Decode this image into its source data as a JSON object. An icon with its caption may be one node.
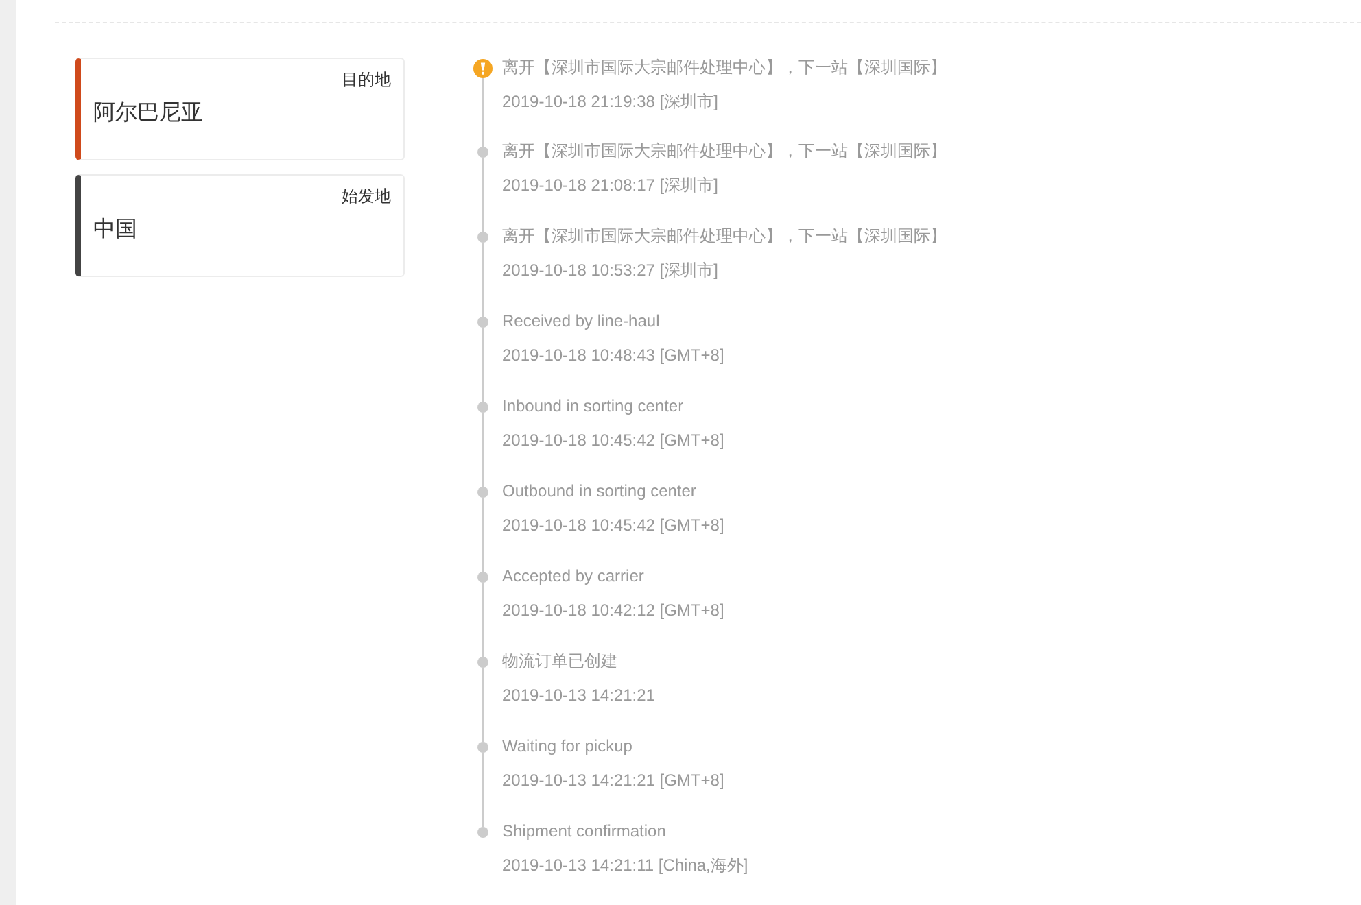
{
  "diagram": {
    "nodes": [
      {
        "text": [
          "目的地",
          "阿尔巴尼亚"
        ]
      },
      {
        "text": [
          "始发地",
          "中国"
        ]
      },
      {
        "text": [],
        "shape": "circle",
        "beside": [
          "离开【深圳市国际大宗邮件处理中心】，下一站【深圳国际】",
          "2019-10-18 21:19:38 [深圳市]"
        ]
      },
      {
        "text": [],
        "shape": "circle",
        "beside": [
          "离开【深圳市国际大宗邮件处理中心】，下一站【深圳国际】",
          "2019-10-18 21:08:17 [深圳市]"
        ]
      },
      {
        "text": [],
        "shape": "circle",
        "beside": [
          "离开【深圳市国际大宗邮件处理中心】，下一站【深圳国际】",
          "2019-10-18 10:53:27 [深圳市]"
        ]
      },
      {
        "text": [],
        "shape": "circle",
        "beside": [
          "Received by line-haul",
          "2019-10-18 10:48:43 [GMT+8]"
        ]
      },
      {
        "text": [],
        "shape": "circle",
        "beside": [
          "Inbound in sorting center",
          "2019-10-18 10:45:42 [GMT+8]"
        ]
      },
      {
        "text": [],
        "shape": "circle",
        "beside": [
          "Outbound in sorting center",
          "2019-10-18 10:45:42 [GMT+8]"
        ]
      },
      {
        "text": [],
        "shape": "circle",
        "beside": [
          "Accepted by carrier",
          "2019-10-18 10:42:12 [GMT+8]"
        ]
      },
      {
        "text": [],
        "shape": "circle",
        "beside": [
          "物流订单已创建",
          "2019-10-13 14:21:21"
        ]
      },
      {
        "text": [],
        "shape": "circle",
        "beside": [
          "Waiting for pickup",
          "2019-10-13 14:21:21 [GMT+8]"
        ]
      },
      {
        "text": [],
        "shape": "circle",
        "beside": [
          "Shipment confirmation",
          "2019-10-13 14:21:11 [China,海外]"
        ]
      }
    ],
    "edges": [
      {
        "from": 2,
        "to": 3,
        "arrow": "none"
      },
      {
        "from": 3,
        "to": 4,
        "arrow": "none"
      },
      {
        "from": 4,
        "to": 5,
        "arrow": "none"
      },
      {
        "from": 5,
        "to": 6,
        "arrow": "none"
      },
      {
        "from": 6,
        "to": 7,
        "arrow": "none"
      },
      {
        "from": 7,
        "to": 8,
        "arrow": "none"
      },
      {
        "from": 8,
        "to": 9,
        "arrow": "none"
      },
      {
        "from": 9,
        "to": 10,
        "arrow": "none"
      },
      {
        "from": 10,
        "to": 11,
        "arrow": "none"
      }
    ]
  }
}
